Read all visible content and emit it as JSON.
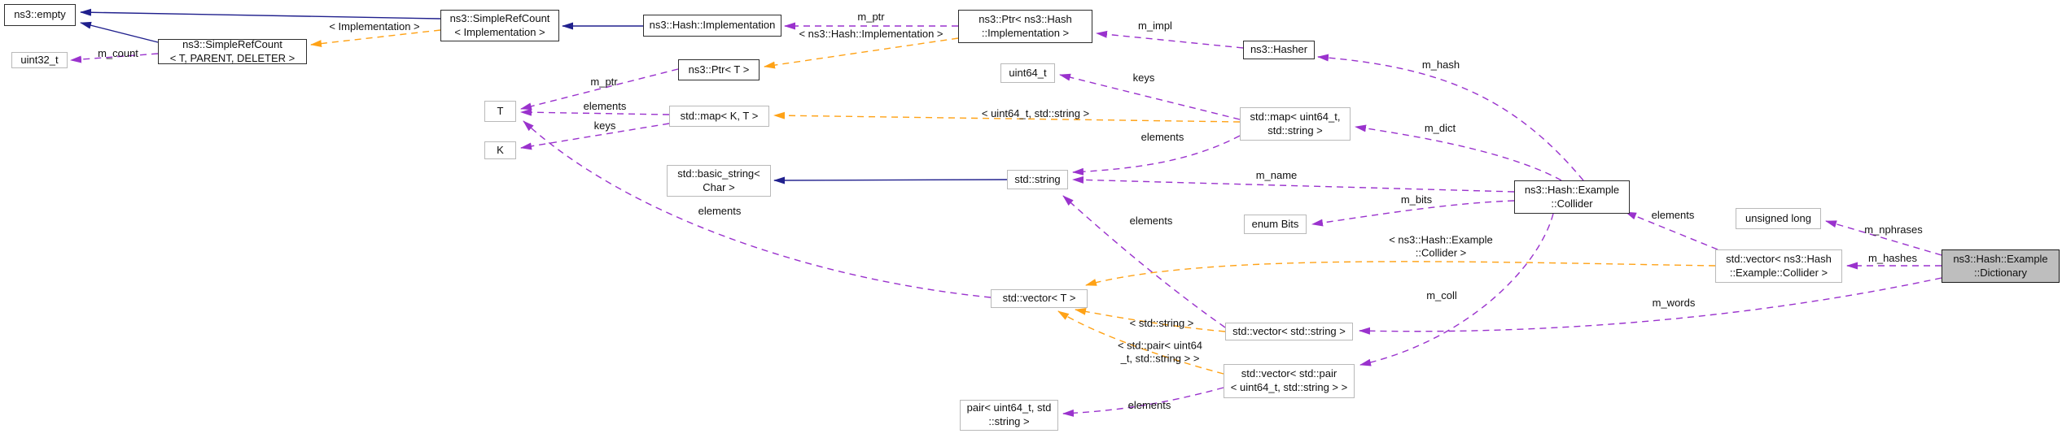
{
  "diagram": {
    "kind": "doxygen-collaboration-graph",
    "main_class": "ns3::Hash::Example::Dictionary"
  },
  "colors": {
    "inheritance_edge": "#20208d",
    "usage_edge": "#9a32cd",
    "template_edge": "#ffa216",
    "node_border": "#b9b9b9",
    "class_node_border": "#2e2e2e",
    "main_node_fill": "#bebebe"
  },
  "nodes": [
    {
      "id": "ns3-empty",
      "label": "ns3::empty"
    },
    {
      "id": "uint32-t",
      "label": "uint32_t"
    },
    {
      "id": "simplerefcount-tpd",
      "label": "ns3::SimpleRefCount\n< T, PARENT, DELETER >"
    },
    {
      "id": "simplerefcount-impl",
      "label": "ns3::SimpleRefCount\n< Implementation >"
    },
    {
      "id": "hash-implementation",
      "label": "ns3::Hash::Implementation"
    },
    {
      "id": "ptr-hash-implementation",
      "label": "ns3::Ptr< ns3::Hash\n::Implementation >"
    },
    {
      "id": "hasher",
      "label": "ns3::Hasher"
    },
    {
      "id": "ptr-t",
      "label": "ns3::Ptr< T >"
    },
    {
      "id": "t",
      "label": "T"
    },
    {
      "id": "k",
      "label": "K"
    },
    {
      "id": "map-k-t",
      "label": "std::map< K, T >"
    },
    {
      "id": "uint64-t",
      "label": "uint64_t"
    },
    {
      "id": "map-u64-string",
      "label": "std::map< uint64_t,\nstd::string >"
    },
    {
      "id": "basic-string",
      "label": "std::basic_string<\nChar >"
    },
    {
      "id": "std-string",
      "label": "std::string"
    },
    {
      "id": "enum-bits",
      "label": "enum Bits"
    },
    {
      "id": "collider",
      "label": "ns3::Hash::Example\n::Collider"
    },
    {
      "id": "unsigned-long",
      "label": "unsigned long"
    },
    {
      "id": "vector-collider",
      "label": "std::vector< ns3::Hash\n::Example::Collider >"
    },
    {
      "id": "dictionary",
      "label": "ns3::Hash::Example\n::Dictionary"
    },
    {
      "id": "vector-t",
      "label": "std::vector< T >"
    },
    {
      "id": "vector-string",
      "label": "std::vector< std::string >"
    },
    {
      "id": "vector-pair",
      "label": "std::vector< std::pair\n< uint64_t, std::string > >"
    },
    {
      "id": "pair",
      "label": "pair< uint64_t, std\n::string >"
    }
  ],
  "edges": [
    {
      "type": "inheritance",
      "from": "simplerefcount-tpd",
      "to": "ns3-empty",
      "label": ""
    },
    {
      "type": "inheritance",
      "from": "simplerefcount-impl",
      "to": "ns3-empty",
      "label": ""
    },
    {
      "type": "inheritance",
      "from": "hash-implementation",
      "to": "simplerefcount-impl",
      "label": ""
    },
    {
      "type": "inheritance",
      "from": "std-string",
      "to": "basic-string",
      "label": ""
    },
    {
      "type": "usage",
      "from": "simplerefcount-tpd",
      "to": "uint32-t",
      "label": "m_count"
    },
    {
      "type": "usage",
      "from": "ptr-hash-implementation",
      "to": "hash-implementation",
      "label": "m_ptr"
    },
    {
      "type": "usage",
      "from": "hasher",
      "to": "ptr-hash-implementation",
      "label": "m_impl"
    },
    {
      "type": "usage",
      "from": "collider",
      "to": "hasher",
      "label": "m_hash"
    },
    {
      "type": "usage",
      "from": "ptr-t",
      "to": "t",
      "label": "m_ptr"
    },
    {
      "type": "usage",
      "from": "map-k-t",
      "to": "t",
      "label": "elements"
    },
    {
      "type": "usage",
      "from": "map-k-t",
      "to": "k",
      "label": "keys"
    },
    {
      "type": "usage",
      "from": "map-u64-string",
      "to": "uint64-t",
      "label": "keys"
    },
    {
      "type": "usage",
      "from": "map-u64-string",
      "to": "std-string",
      "label": "elements"
    },
    {
      "type": "usage",
      "from": "collider",
      "to": "std-string",
      "label": "m_name"
    },
    {
      "type": "usage",
      "from": "collider",
      "to": "enum-bits",
      "label": "m_bits"
    },
    {
      "type": "usage",
      "from": "collider",
      "to": "map-u64-string",
      "label": "m_dict"
    },
    {
      "type": "usage",
      "from": "collider",
      "to": "vector-pair",
      "label": "m_coll"
    },
    {
      "type": "usage",
      "from": "dictionary",
      "to": "vector-string",
      "label": "m_words"
    },
    {
      "type": "usage",
      "from": "vector-collider",
      "to": "collider",
      "label": "elements"
    },
    {
      "type": "usage",
      "from": "dictionary",
      "to": "unsigned-long",
      "label": "m_nphrases"
    },
    {
      "type": "usage",
      "from": "dictionary",
      "to": "vector-collider",
      "label": "m_hashes"
    },
    {
      "type": "usage",
      "from": "vector-string",
      "to": "std-string",
      "label": "elements"
    },
    {
      "type": "usage",
      "from": "vector-t",
      "to": "t",
      "label": "elements"
    },
    {
      "type": "usage",
      "from": "vector-pair",
      "to": "pair",
      "label": "elements"
    },
    {
      "type": "template",
      "from": "simplerefcount-impl",
      "to": "simplerefcount-tpd",
      "label": "< Implementation >"
    },
    {
      "type": "template",
      "from": "ptr-hash-implementation",
      "to": "ptr-t",
      "label": "< ns3::Hash::Implementation >"
    },
    {
      "type": "template",
      "from": "map-u64-string",
      "to": "map-k-t",
      "label": "< uint64_t, std::string >"
    },
    {
      "type": "template",
      "from": "vector-collider",
      "to": "vector-t",
      "label": "< ns3::Hash::Example\n::Collider >"
    },
    {
      "type": "template",
      "from": "vector-string",
      "to": "vector-t",
      "label": "< std::string >"
    },
    {
      "type": "template",
      "from": "vector-pair",
      "to": "vector-t",
      "label": "< std::pair< uint64\n_t, std::string > >"
    }
  ]
}
